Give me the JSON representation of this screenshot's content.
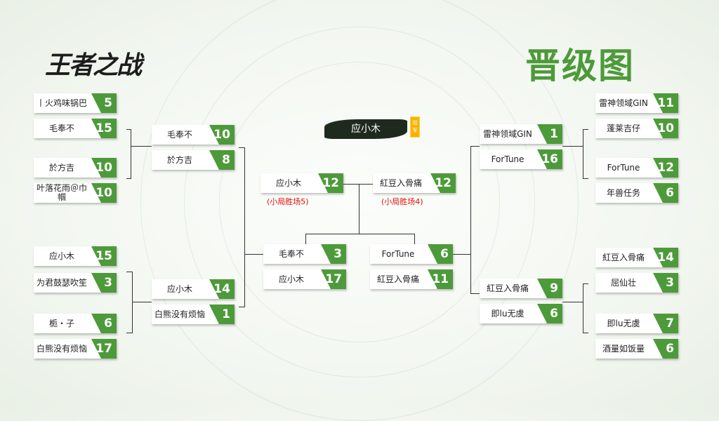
{
  "header": {
    "logo_text": "王者之战",
    "title": "晋级图"
  },
  "champion": {
    "name": "应小木",
    "badge": "冠军"
  },
  "left_round1": [
    {
      "name": "丨火鸡味锅巴",
      "score": "5"
    },
    {
      "name": "毛奉不",
      "score": "15"
    },
    {
      "name": "於方吉",
      "score": "10"
    },
    {
      "name": "叶落花雨＠巾帼",
      "score": "10"
    },
    {
      "name": "应小木",
      "score": "15"
    },
    {
      "name": "为君鼓瑟吹笙",
      "score": "3"
    },
    {
      "name": "栀・子",
      "score": "6"
    },
    {
      "name": "白熊没有烦恼",
      "score": "17"
    }
  ],
  "left_round2": [
    {
      "name": "毛奉不",
      "score": "10"
    },
    {
      "name": "於方吉",
      "score": "8"
    },
    {
      "name": "应小木",
      "score": "14"
    },
    {
      "name": "白熊没有烦恼",
      "score": "1"
    }
  ],
  "left_round3": [
    {
      "name": "毛奉不",
      "score": "3"
    },
    {
      "name": "应小木",
      "score": "17"
    }
  ],
  "right_round3": [
    {
      "name": "ForTune",
      "score": "6"
    },
    {
      "name": "紅豆入骨痛",
      "score": "11"
    }
  ],
  "final": [
    {
      "name": "应小木",
      "score": "12",
      "note": "(小局胜场5)"
    },
    {
      "name": "紅豆入骨痛",
      "score": "12",
      "note": "(小局胜场4)"
    }
  ],
  "right_round2": [
    {
      "name": "雷神领域GIN",
      "score": "1"
    },
    {
      "name": "ForTune",
      "score": "16"
    },
    {
      "name": "紅豆入骨痛",
      "score": "9"
    },
    {
      "name": "即lu无虞",
      "score": "6"
    }
  ],
  "right_round1": [
    {
      "name": "雷神领域GIN",
      "score": "11"
    },
    {
      "name": "蓬莱吉仔",
      "score": "10"
    },
    {
      "name": "ForTune",
      "score": "12"
    },
    {
      "name": "年兽任务",
      "score": "6"
    },
    {
      "name": "紅豆入骨痛",
      "score": "14"
    },
    {
      "name": "屈仙壮",
      "score": "3"
    },
    {
      "name": "即lu无虞",
      "score": "7"
    },
    {
      "name": "酒量如饭量",
      "score": "6"
    }
  ]
}
